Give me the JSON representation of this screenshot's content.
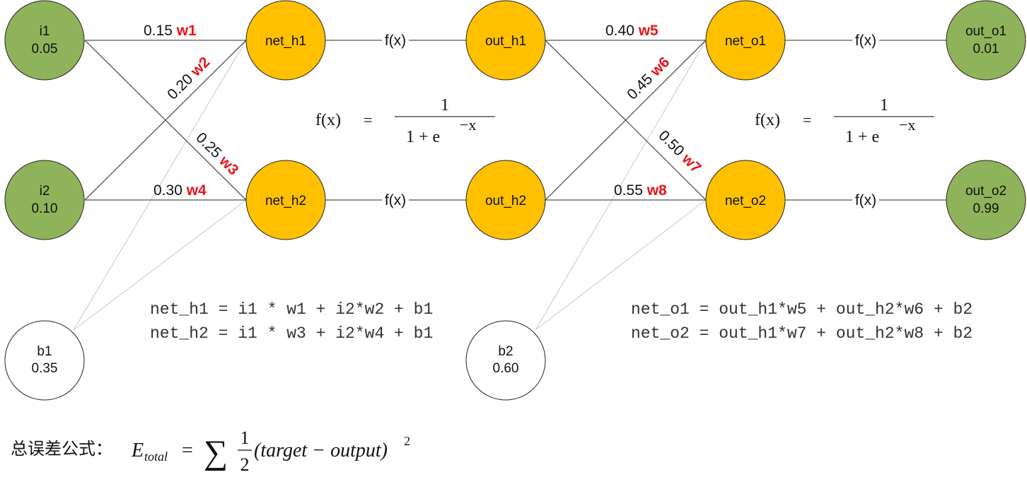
{
  "colors": {
    "input": "#8fb35a",
    "hidden": "#ffc000",
    "output": "#8fb35a",
    "bias": "#ffffff",
    "weight_name": "#e8141b",
    "edge": "#555555",
    "bias_edge": "#c8c8c8"
  },
  "nodes": {
    "i1": {
      "name": "i1",
      "value": "0.05"
    },
    "i2": {
      "name": "i2",
      "value": "0.10"
    },
    "b1": {
      "name": "b1",
      "value": "0.35"
    },
    "b2": {
      "name": "b2",
      "value": "0.60"
    },
    "net_h1": {
      "name": "net_h1"
    },
    "net_h2": {
      "name": "net_h2"
    },
    "out_h1": {
      "name": "out_h1"
    },
    "out_h2": {
      "name": "out_h2"
    },
    "net_o1": {
      "name": "net_o1"
    },
    "net_o2": {
      "name": "net_o2"
    },
    "out_o1": {
      "name": "out_o1",
      "value": "0.01"
    },
    "out_o2": {
      "name": "out_o2",
      "value": "0.99"
    }
  },
  "weights": {
    "w1": {
      "value": "0.15",
      "name": "w1"
    },
    "w2": {
      "value": "0.20",
      "name": "w2"
    },
    "w3": {
      "value": "0.25",
      "name": "w3"
    },
    "w4": {
      "value": "0.30",
      "name": "w4"
    },
    "w5": {
      "value": "0.40",
      "name": "w5"
    },
    "w6": {
      "value": "0.45",
      "name": "w6"
    },
    "w7": {
      "value": "0.50",
      "name": "w7"
    },
    "w8": {
      "value": "0.55",
      "name": "w8"
    }
  },
  "activation_label": "f(x)",
  "sigmoid": {
    "lhs": "f(x)",
    "equals": "=",
    "numerator": "1",
    "denominator": "1 + e",
    "exponent": "−x"
  },
  "formulas": {
    "net_h1": "net_h1 = i1 * w1 + i2*w2 + b1",
    "net_h2": "net_h2 = i1 * w3 + i2*w4 + b1",
    "net_o1": "net_o1 = out_h1*w5 + out_h2*w6 + b2",
    "net_o2": "net_o2 = out_h1*w7 + out_h2*w8 + b2"
  },
  "error_formula": {
    "caption": "总误差公式：",
    "E": "E",
    "subscript": "total",
    "equals": "=",
    "sum": "∑",
    "frac_num": "1",
    "frac_den": "2",
    "body": "(target − output)",
    "power": "2"
  }
}
